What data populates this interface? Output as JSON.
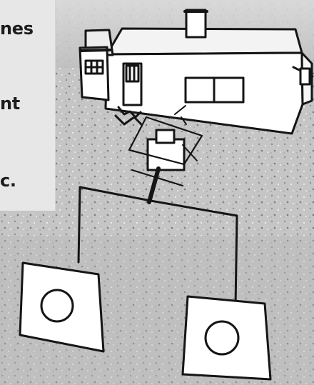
{
  "text_fragments": [
    "nes",
    "nt",
    "c."
  ],
  "colors": {
    "panel": "#e7e7e7",
    "text": "#1d1d1d",
    "ink": "#151515",
    "background": "#bdbdbd"
  }
}
